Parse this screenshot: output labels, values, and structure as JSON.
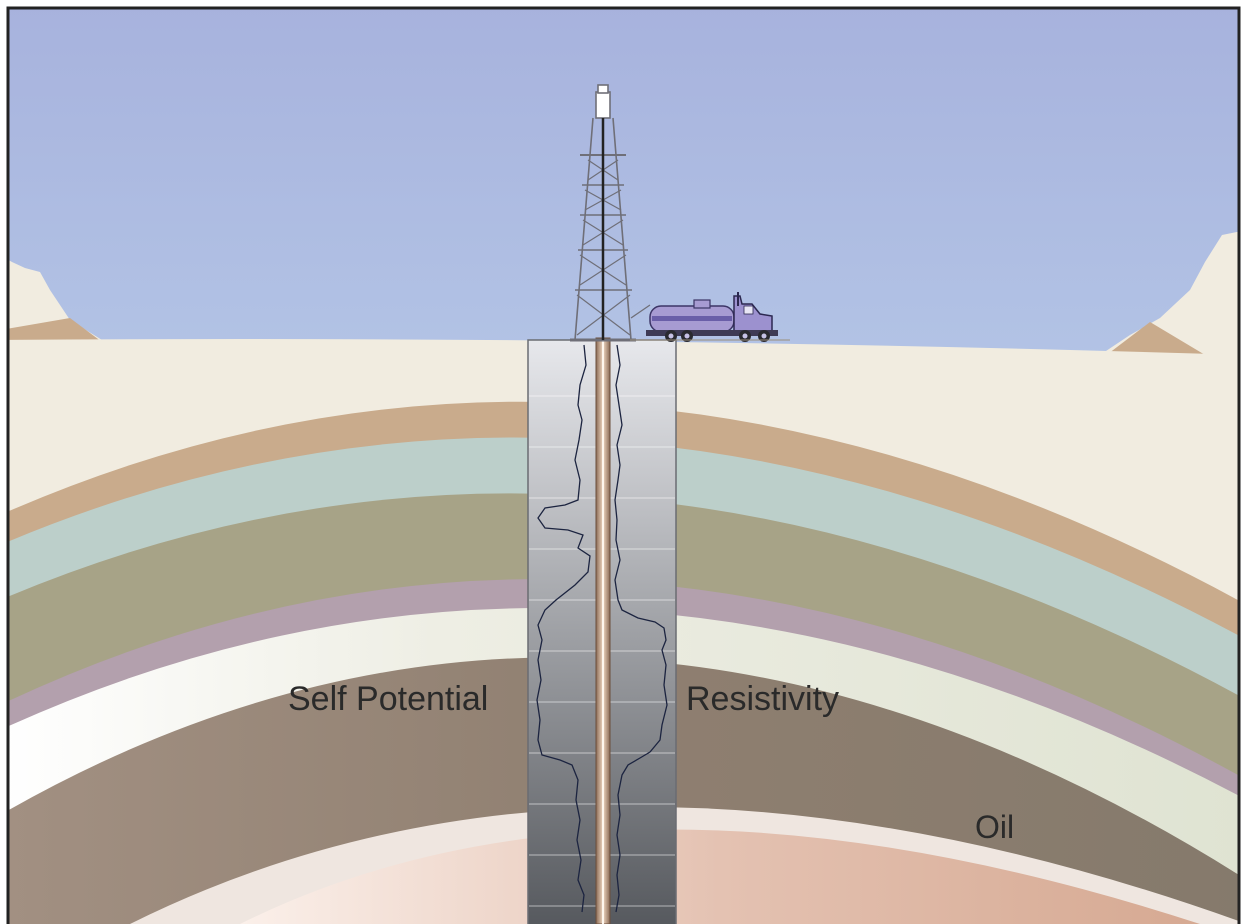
{
  "labels": {
    "self_potential": "Self Potential",
    "resistivity": "Resistivity",
    "oil": "Oil"
  },
  "colors": {
    "sky_top": "#a7b2dd",
    "sky_bottom": "#c4def2",
    "frame": "#222222",
    "sand": "#f1ece0",
    "tan_band": "#c9ab8c",
    "blue_grey_band": "#bccfca",
    "olive_band": "#a7a387",
    "mauve_band": "#b3a0ad",
    "pale_green_band": "#ccd6c0",
    "oil_zone": "#8f7f70",
    "pink_lower": "#e0bfb0",
    "log_column_top": "#e7e8ec",
    "log_column_bottom": "#55585d",
    "log_curve": "#1c2440",
    "truck_tank": "#a79bd2",
    "truck_stripe": "#6a5ea8"
  },
  "icons": [
    "derrick-icon",
    "logging-truck-icon"
  ]
}
